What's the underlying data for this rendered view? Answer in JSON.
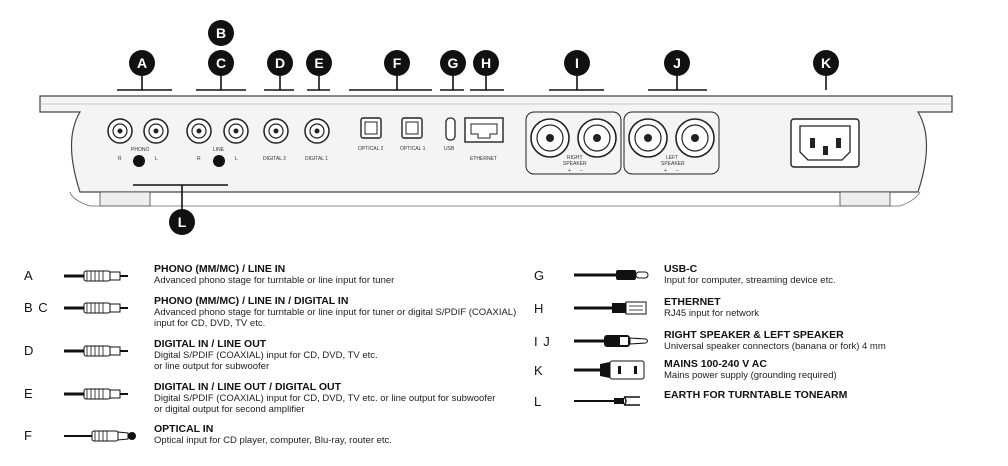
{
  "badges": {
    "a": "A",
    "b": "B",
    "c": "C",
    "d": "D",
    "e": "E",
    "f": "F",
    "g": "G",
    "h": "H",
    "i": "I",
    "j": "J",
    "k": "K",
    "l": "L"
  },
  "port_labels": {
    "phono": "PHONO",
    "line": "LINE",
    "digital2": "DIGITAL 2",
    "digital1": "DIGITAL 1",
    "optical2": "OPTICAL 2",
    "optical1": "OPTICAL 1",
    "usb": "USB",
    "ethernet": "ETHERNET",
    "right_speaker_1": "RIGHT",
    "right_speaker_2": "SPEAKER",
    "left_speaker_1": "LEFT",
    "left_speaker_2": "SPEAKER",
    "r": "R",
    "l": "L",
    "plus": "+",
    "minus": "−"
  },
  "legend_left": [
    {
      "letter": "A",
      "title": "PHONO (MM/MC) / LINE IN",
      "desc": [
        "Advanced phono stage for turntable or line input for tuner"
      ],
      "icon": "rca-plug-icon"
    },
    {
      "letter": "B C",
      "title": "PHONO (MM/MC) / LINE IN / DIGITAL IN",
      "desc": [
        "Advanced phono stage for turntable or line input for tuner or digital S/PDIF (COAXIAL)",
        "input for CD, DVD, TV etc."
      ],
      "icon": "rca-plug-icon"
    },
    {
      "letter": "D",
      "title": "DIGITAL IN / LINE OUT",
      "desc": [
        "Digital S/PDIF (COAXIAL) input for CD, DVD, TV etc.",
        "or line output for subwoofer"
      ],
      "icon": "rca-plug-icon"
    },
    {
      "letter": "E",
      "title": "DIGITAL IN / LINE OUT / DIGITAL OUT",
      "desc": [
        "Digital S/PDIF (COAXIAL) input for CD, DVD, TV etc. or line output for subwoofer",
        "or digital output for second amplifier"
      ],
      "icon": "rca-plug-icon"
    },
    {
      "letter": "F",
      "title": "OPTICAL IN",
      "desc": [
        "Optical input for CD player, computer, Blu-ray, router etc."
      ],
      "icon": "optical-plug-icon"
    }
  ],
  "legend_right": [
    {
      "letter": "G",
      "title": "USB-C",
      "desc": [
        "Input for computer, streaming device etc."
      ],
      "icon": "usb-c-plug-icon"
    },
    {
      "letter": "H",
      "title": "ETHERNET",
      "desc": [
        "RJ45 input for network"
      ],
      "icon": "ethernet-plug-icon"
    },
    {
      "letter": "I J",
      "title": "RIGHT SPEAKER & LEFT SPEAKER",
      "desc": [
        "Universal speaker connectors (banana or fork) 4 mm"
      ],
      "icon": "banana-plug-icon"
    },
    {
      "letter": "K",
      "title": "MAINS 100-240 V AC",
      "desc": [
        "Mains power supply (grounding required)"
      ],
      "icon": "mains-plug-icon"
    },
    {
      "letter": "L",
      "title": "EARTH FOR TURNTABLE TONEARM",
      "desc": [],
      "icon": "fork-plug-icon"
    }
  ]
}
